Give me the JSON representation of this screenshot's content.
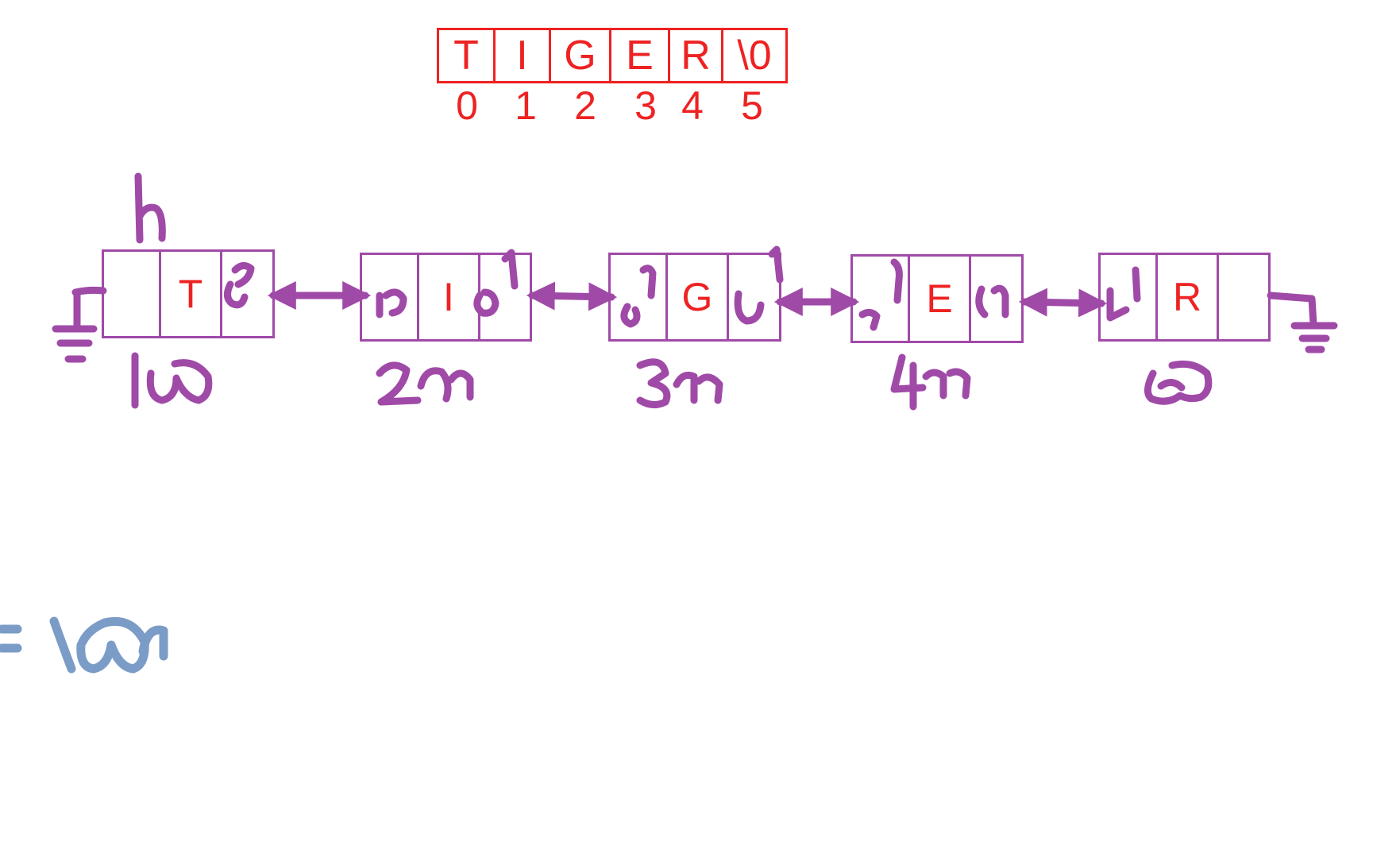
{
  "string_array": {
    "cells": [
      "T",
      "I",
      "G",
      "E",
      "R",
      "\\0"
    ],
    "indices": [
      "0",
      "1",
      "2",
      "3",
      "4",
      "5"
    ],
    "color": "#ee2222"
  },
  "linked_list": {
    "nodes": [
      {
        "value": "T"
      },
      {
        "value": "I"
      },
      {
        "value": "G"
      },
      {
        "value": "E"
      },
      {
        "value": "R"
      }
    ],
    "border_color": "#a04aa8",
    "ink_color": "#a04aa8",
    "value_color": "#ee2222"
  },
  "annotation": {
    "ink_color": "#7a9cc6"
  }
}
